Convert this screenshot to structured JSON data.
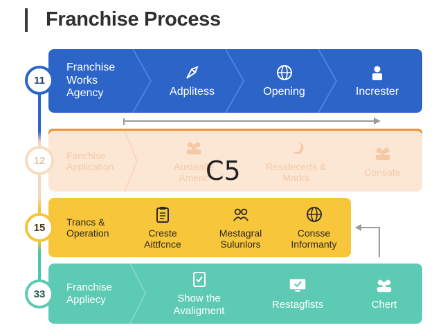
{
  "title": "Franchise Process",
  "overlay_label": "C5",
  "colors": {
    "row1": "#2c64c7",
    "row2": "#fce7d5",
    "row2_accent": "#f7902f",
    "row3": "#f8c63a",
    "row4": "#5dcab3"
  },
  "rows": [
    {
      "number": "11",
      "first_label": "Franchise\nWorks\nAgency",
      "steps": [
        {
          "label": "Adplitess",
          "icon": "pen-tool-icon"
        },
        {
          "label": "Opening",
          "icon": "globe-icon"
        },
        {
          "label": "Increster",
          "icon": "person-icon"
        }
      ]
    },
    {
      "number": "12",
      "first_label": "Fanchise\nApplication",
      "steps": [
        {
          "label": "Austealle\nAmeric",
          "icon": "people-group-icon"
        },
        {
          "label": "Residecerts &\nMarks",
          "icon": "moon-icon"
        },
        {
          "label": "Consate",
          "icon": "people-group-icon"
        }
      ]
    },
    {
      "number": "15",
      "first_label": "Trancs &\nOperation",
      "steps": [
        {
          "label": "Creste\nAittfcnce",
          "icon": "clipboard-icon"
        },
        {
          "label": "Mestagral\nSulunlors",
          "icon": "meeting-icon"
        },
        {
          "label": "Consse\nInformanty",
          "icon": "globe-icon"
        }
      ]
    },
    {
      "number": "33",
      "first_label": "Franchise\nAppliecy",
      "steps": [
        {
          "label": "Show the\nAvaligment",
          "icon": "clipboard-check-icon"
        },
        {
          "label": "Restagfists",
          "icon": "monitor-check-icon"
        },
        {
          "label": "Chert",
          "icon": "people-group-icon"
        }
      ]
    }
  ]
}
